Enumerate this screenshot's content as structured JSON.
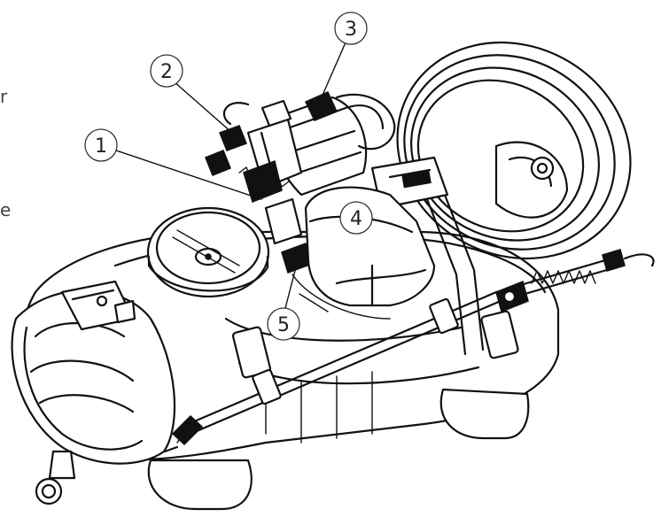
{
  "edge_text": [
    "r",
    "e"
  ],
  "callouts": [
    {
      "number": "1"
    },
    {
      "number": "2"
    },
    {
      "number": "3"
    },
    {
      "number": "4"
    },
    {
      "number": "5"
    }
  ]
}
